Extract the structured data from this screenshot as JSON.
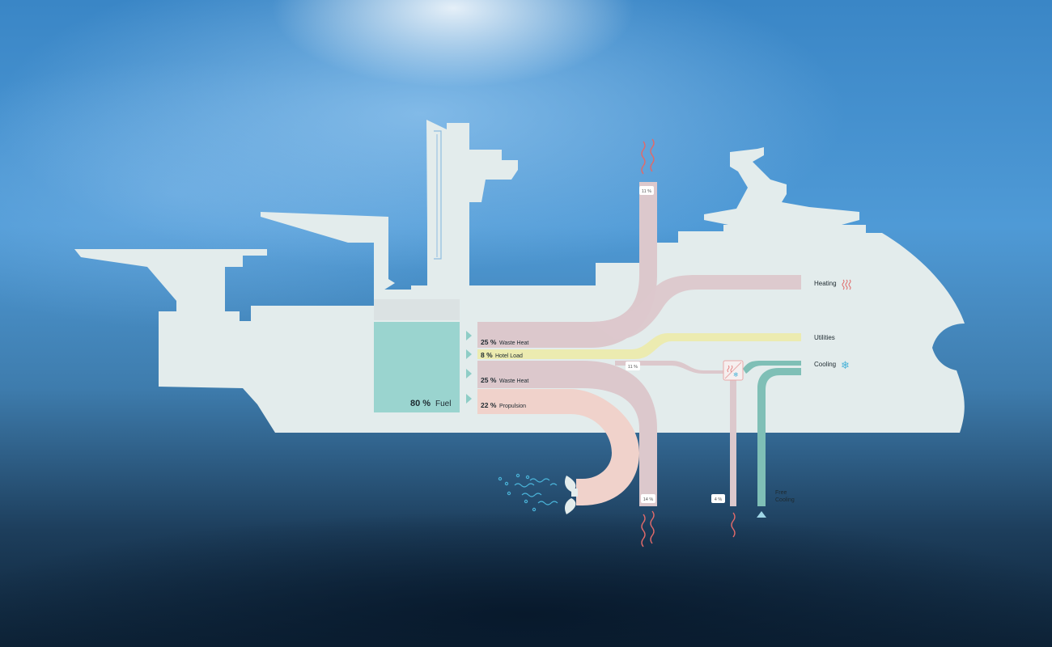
{
  "fuel": {
    "percent": "80 %",
    "label": "Fuel",
    "value": 80
  },
  "flows": [
    {
      "id": "waste-heat-upper",
      "percent": "25 %",
      "label": "Waste Heat",
      "value": 25
    },
    {
      "id": "hotel-load",
      "percent": "8 %",
      "label": "Hotel Load",
      "value": 8
    },
    {
      "id": "waste-heat-lower",
      "percent": "25 %",
      "label": "Waste Heat",
      "value": 25
    },
    {
      "id": "propulsion",
      "percent": "22 %",
      "label": "Propulsion",
      "value": 22
    }
  ],
  "outputs": {
    "heating": "Heating",
    "utilities": "Utilities",
    "cooling": "Cooling",
    "free_cooling_line1": "Free",
    "free_cooling_line2": "Cooling"
  },
  "small_badges": {
    "exhaust_top": "11 %",
    "cooling_branch": "11 %",
    "exhaust_bottom": "14 %",
    "chiller_discharge": "4 %"
  },
  "colors": {
    "ship": "#e3ecec",
    "fuel_tank": "#9ad4cf",
    "waste_heat": "#dcc8cc",
    "hotel_load": "#ecebb0",
    "propulsion": "#f0d2cb",
    "cooling": "#7fbfb6",
    "heat_wave": "#e06a6a",
    "water_wave": "#4ab3d8"
  },
  "icons": [
    "heat-waves-icon",
    "snowflake-icon",
    "propeller-icon",
    "water-waves-icon",
    "chiller-icon",
    "triangle-marker-icon"
  ]
}
